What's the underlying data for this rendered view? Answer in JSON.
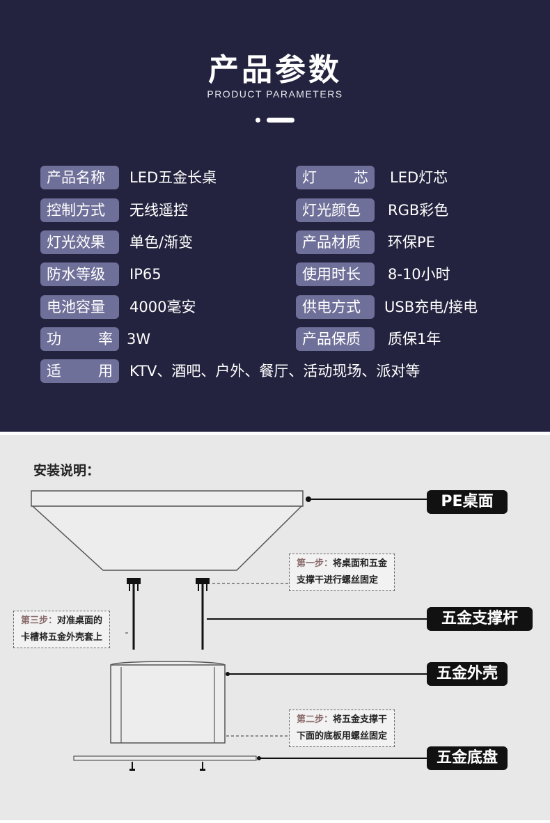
{
  "params": {
    "title": "产品参数",
    "subtitle": "PRODUCT PARAMETERS",
    "left": [
      {
        "label": [
          "产品名称"
        ],
        "value": "LED五金长桌"
      },
      {
        "label": [
          "控制方式"
        ],
        "value": "无线遥控"
      },
      {
        "label": [
          "灯光效果"
        ],
        "value": "单色/渐变"
      },
      {
        "label": [
          "防水等级"
        ],
        "value": "IP65"
      },
      {
        "label": [
          "电池容量"
        ],
        "value": "4000毫安"
      },
      {
        "label": [
          "功",
          "率"
        ],
        "value": "3W"
      },
      {
        "label": [
          "适",
          "用"
        ],
        "value": "KTV、酒吧、户外、餐厅、活动现场、派对等"
      }
    ],
    "right": [
      {
        "label": [
          "灯",
          "芯"
        ],
        "value": "LED灯芯"
      },
      {
        "label": [
          "灯光颜色"
        ],
        "value": "RGB彩色"
      },
      {
        "label": [
          "产品材质"
        ],
        "value": "环保PE"
      },
      {
        "label": [
          "使用时长"
        ],
        "value": "8-10小时"
      },
      {
        "label": [
          "供电方式"
        ],
        "value": "USB充电/接电"
      },
      {
        "label": [
          "产品保质"
        ],
        "value": "质保1年"
      }
    ]
  },
  "install": {
    "heading": "安装说明：",
    "tags": {
      "pe_top": "PE桌面",
      "support_rod": "五金支撑杆",
      "shell": "五金外壳",
      "base": "五金底盘"
    },
    "notes": {
      "step1": {
        "step": "第一步：",
        "line1": "将桌面和五金",
        "line2": "支撑干进行螺丝固定"
      },
      "step2": {
        "step": "第二步：",
        "line1": "将五金支撑干",
        "line2": "下面的底板用螺丝固定"
      },
      "step3": {
        "step": "第三步：",
        "line1": "对准桌面的",
        "line2": "卡槽将五金外壳套上"
      }
    }
  }
}
